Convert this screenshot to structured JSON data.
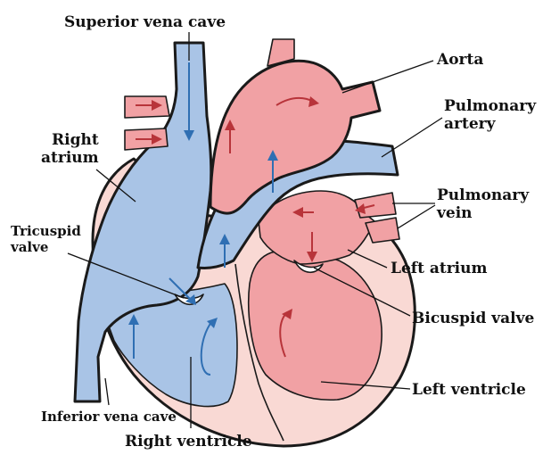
{
  "labels": {
    "superior_vena_cave": "Superior vena cave",
    "aorta": "Aorta",
    "pulmonary_artery_1": "Pulmonary",
    "pulmonary_artery_2": "artery",
    "right_atrium_1": "Right",
    "right_atrium_2": "atrium",
    "pulmonary_vein_1": "Pulmonary",
    "pulmonary_vein_2": "vein",
    "tricuspid_valve_1": "Tricuspid",
    "tricuspid_valve_2": "valve",
    "left_atrium": "Left atrium",
    "bicuspid_valve": "Bicuspid valve",
    "left_ventricle": "Left ventricle",
    "inferior_vena_cave": "Inferior vena cave",
    "right_ventricle": "Right ventricle"
  },
  "colors": {
    "deoxygenated": "#a9c4e6",
    "oxygenated": "#f1a1a4",
    "wall": "#f9d9d4",
    "outline": "#1a1a1a"
  }
}
